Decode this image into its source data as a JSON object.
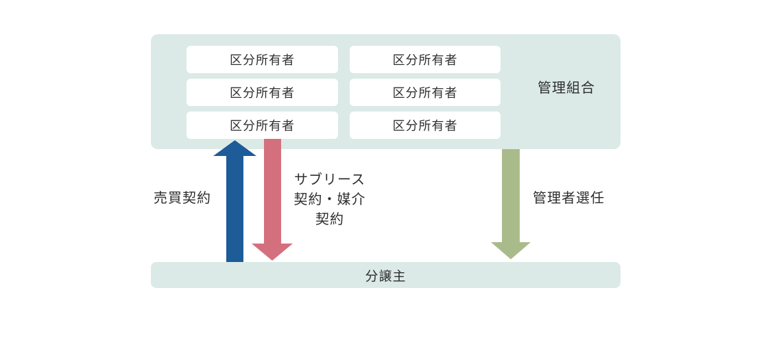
{
  "diagram": {
    "association": {
      "label": "管理組合",
      "owner_boxes": [
        "区分所有者",
        "区分所有者",
        "区分所有者",
        "区分所有者",
        "区分所有者",
        "区分所有者"
      ]
    },
    "seller": {
      "label": "分譲主"
    },
    "arrows": {
      "sales_contract": {
        "label": "売買契約",
        "direction": "up"
      },
      "sublease_contract": {
        "label_lines": [
          "サブリース",
          "契約・媒介",
          "契約"
        ],
        "direction": "down"
      },
      "manager_appointment": {
        "label": "管理者選任",
        "direction": "down"
      }
    },
    "colors": {
      "panel": "#dbeae6",
      "arrow_blue": "#1d5b99",
      "arrow_pink": "#d4707e",
      "arrow_khaki": "#a9bb8a",
      "text": "#2e2e2e"
    }
  }
}
